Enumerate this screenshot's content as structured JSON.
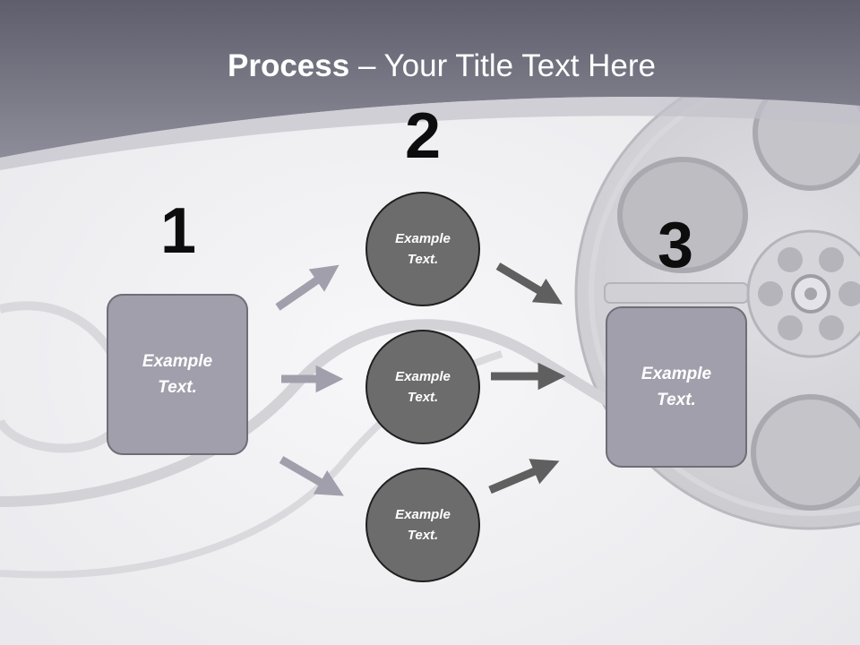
{
  "slide": {
    "title_bold": "Process",
    "title_rest": " – Your Title Text Here"
  },
  "steps": {
    "one": {
      "number": "1",
      "line1": "Example",
      "line2": "Text."
    },
    "two": {
      "number": "2",
      "circles": [
        {
          "line1": "Example",
          "line2": "Text."
        },
        {
          "line1": "Example",
          "line2": "Text."
        },
        {
          "line1": "Example",
          "line2": "Text."
        }
      ]
    },
    "three": {
      "number": "3",
      "line1": "Example",
      "line2": "Text."
    }
  },
  "colors": {
    "header": "#6f6e7b",
    "box_fill": "#a19fac",
    "circle_fill": "#6c6c6c",
    "arrow_light": "#a19fac",
    "arrow_dark": "#5f5f5f"
  },
  "icons": {
    "background": "film-reel-icon"
  }
}
